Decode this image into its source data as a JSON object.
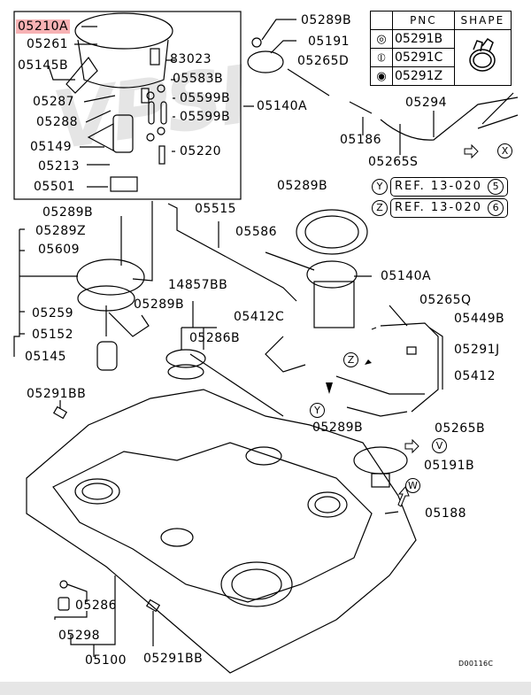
{
  "diagram": {
    "title": "Fuel Tank & Fuel Pump Parts Diagram",
    "code": "D00116C",
    "highlight_color": "#f7b2b4",
    "watermark_text": "VPSI"
  },
  "pnc_table": {
    "headers": [
      "",
      "PNC",
      "SHAPE"
    ],
    "rows": [
      {
        "symbol": "◎",
        "pnc": "05291B"
      },
      {
        "symbol": "⦶",
        "pnc": "05291C"
      },
      {
        "symbol": "◉",
        "pnc": "05291Z"
      }
    ],
    "shape_icon": "hose-clamp-icon"
  },
  "references": [
    {
      "marker": "Y",
      "text": "REF. 13-020",
      "page": "5"
    },
    {
      "marker": "Z",
      "text": "REF. 13-020",
      "page": "6"
    }
  ],
  "arrow_markers": [
    "X",
    "V",
    "W",
    "Y",
    "Z"
  ],
  "parts": {
    "p05210A": "05210A",
    "p05261": "05261",
    "p05145B": "05145B",
    "p83023": "83023",
    "p05583B": "05583B",
    "p05287": "05287",
    "p05599B_1": "05599B",
    "p05599B_2": "05599B",
    "p05140A_1": "05140A",
    "p05288": "05288",
    "p05149": "05149",
    "p05220": "05220",
    "p05213": "05213",
    "p05501": "05501",
    "p05289B_1": "05289B",
    "p05191": "05191",
    "p05265D": "05265D",
    "p05294": "05294",
    "p05186": "05186",
    "p05265S": "05265S",
    "p05289B_2": "05289B",
    "p05289B_3": "05289B",
    "p05515": "05515",
    "p05289Z": "05289Z",
    "p05586": "05586",
    "p05609": "05609",
    "p05140A_2": "05140A",
    "p14857BB": "14857BB",
    "p05265Q": "05265Q",
    "p05289B_4": "05289B",
    "p05259": "05259",
    "p05412C": "05412C",
    "p05449B": "05449B",
    "p05286B": "05286B",
    "p05152": "05152",
    "p05291J": "05291J",
    "p05145": "05145",
    "p05412": "05412",
    "p05291BB_1": "05291BB",
    "p05289B_5": "05289B",
    "p05265B": "05265B",
    "p05191B": "05191B",
    "p05188": "05188",
    "p05286": "05286",
    "p05298": "05298",
    "p05100": "05100",
    "p05291BB_2": "05291BB"
  }
}
